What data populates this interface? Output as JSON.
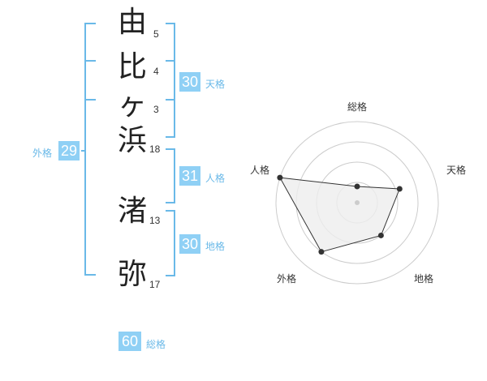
{
  "name": {
    "characters": [
      {
        "char": "由",
        "strokes": "5"
      },
      {
        "char": "比",
        "strokes": "4"
      },
      {
        "char": "ヶ",
        "strokes": "3"
      },
      {
        "char": "浜",
        "strokes": "18"
      },
      {
        "char": "渚",
        "strokes": "13"
      },
      {
        "char": "弥",
        "strokes": "17"
      }
    ]
  },
  "fortune": {
    "tenkaku": {
      "value": "30",
      "label": "天格"
    },
    "jinkaku": {
      "value": "31",
      "label": "人格"
    },
    "chikaku": {
      "value": "30",
      "label": "地格"
    },
    "gaikaku": {
      "value": "29",
      "label": "外格"
    },
    "soukaku": {
      "value": "60",
      "label": "総格"
    }
  },
  "radar": {
    "axes": [
      "総格",
      "天格",
      "地格",
      "外格",
      "人格"
    ],
    "levels": [
      0.2,
      0.55,
      0.5,
      0.75,
      1.0
    ],
    "rings": 4,
    "colors": {
      "fill": "#eeeeee",
      "stroke": "#333333",
      "ring": "#cccccc",
      "point": "#333333",
      "center": "#cccccc"
    }
  },
  "colors": {
    "accent": "#6ab9e8",
    "badge": "#8fd0f5"
  }
}
